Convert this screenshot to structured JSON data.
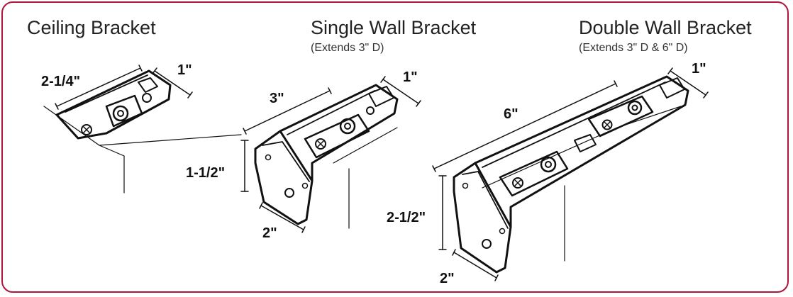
{
  "brackets": {
    "ceiling": {
      "title": "Ceiling Bracket",
      "dims": {
        "width": "2-1/4\"",
        "depth": "1\""
      }
    },
    "single_wall": {
      "title": "Single Wall Bracket",
      "subtitle": "(Extends 3\" D)",
      "dims": {
        "extension": "3\"",
        "depth": "1\"",
        "height": "1-1/2\"",
        "width": "2\""
      }
    },
    "double_wall": {
      "title": "Double Wall Bracket",
      "subtitle": "(Extends 3\" D & 6\" D)",
      "dims": {
        "extension": "6\"",
        "depth": "1\"",
        "height": "2-1/2\"",
        "width": "2\""
      }
    }
  },
  "colors": {
    "border": "#b0143c",
    "line": "#111111"
  }
}
